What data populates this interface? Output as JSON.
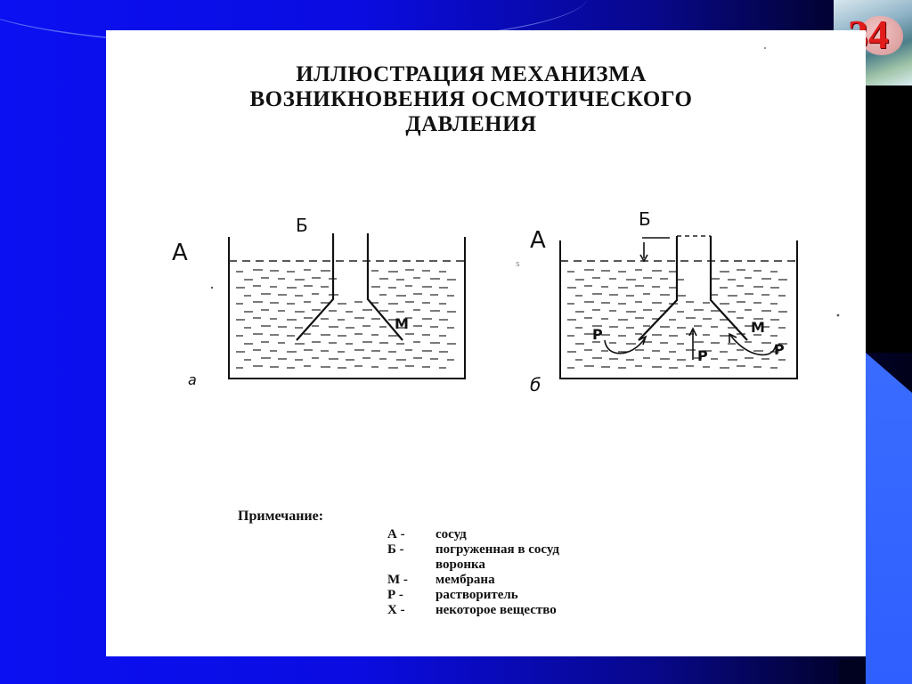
{
  "slide_number": "34",
  "title_lines": [
    "ИЛЛЮСТРАЦИЯ МЕХАНИЗМА",
    "ВОЗНИКНОВЕНИЯ ОСМОТИЧЕСКОГО",
    "ДАВЛЕНИЯ"
  ],
  "diagram_a": {
    "vessel_label": "А",
    "funnel_label": "Б",
    "membrane_label": "М",
    "panel_label": "а"
  },
  "diagram_b": {
    "vessel_label": "А",
    "funnel_label": "Б",
    "membrane_label": "М",
    "solvent_label_left": "Р",
    "solvent_label_center": "Р",
    "solvent_label_right": "Р",
    "panel_label": "б",
    "stray_mark": "s"
  },
  "note": {
    "heading": "Примечание:",
    "items": [
      {
        "key": "А -",
        "text": "сосуд"
      },
      {
        "key": "Б -",
        "text": "погруженная в сосуд"
      },
      {
        "key": "",
        "text": "воронка"
      },
      {
        "key": "М -",
        "text": "мембрана"
      },
      {
        "key": "Р -",
        "text": "растворитель"
      },
      {
        "key": "Х -",
        "text": "некоторое вещество"
      }
    ]
  }
}
